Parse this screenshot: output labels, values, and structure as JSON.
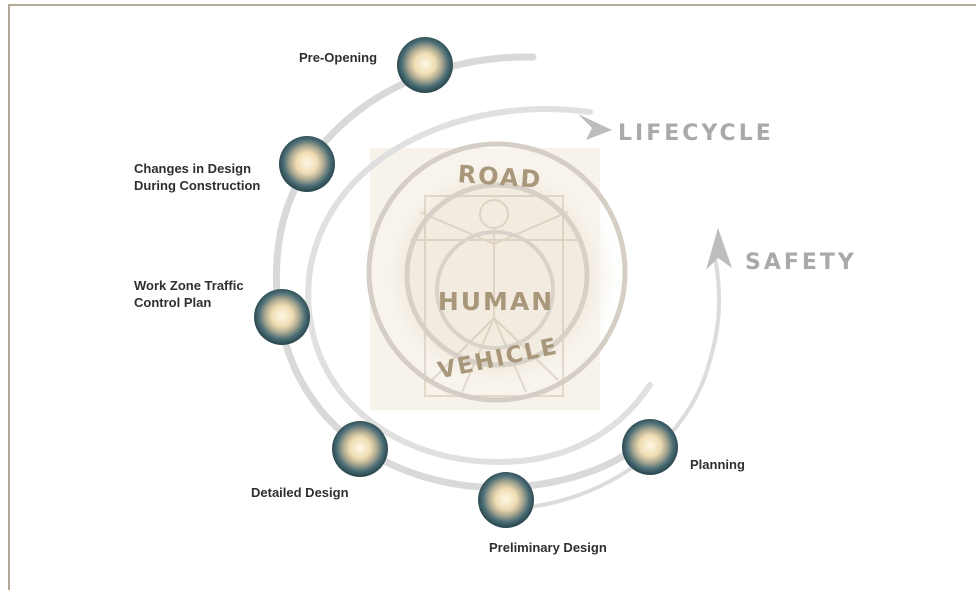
{
  "diagram": {
    "lifecycle_label": "LIFECYCLE",
    "safety_label": "SAFETY",
    "core_labels": {
      "road": "ROAD",
      "human": "HUMAN",
      "vehicle": "VEHICLE"
    },
    "stages": [
      {
        "id": "pre-opening",
        "lines": [
          "Pre-Opening"
        ]
      },
      {
        "id": "changes-in-design",
        "lines": [
          "Changes in Design",
          "During Construction"
        ]
      },
      {
        "id": "work-zone",
        "lines": [
          "Work Zone Traffic",
          "Control Plan"
        ]
      },
      {
        "id": "detailed-design",
        "lines": [
          "Detailed Design"
        ]
      },
      {
        "id": "preliminary-design",
        "lines": [
          "Preliminary Design"
        ]
      },
      {
        "id": "planning",
        "lines": [
          "Planning"
        ]
      }
    ],
    "colors": {
      "frame": "#b2aa97",
      "ring": "#dedede",
      "arrow": "#bdbdbd",
      "headline": "#a9a9a9",
      "core_text": "#a8977a",
      "node_outer": "#3b5e67",
      "node_inner": "#f4e6c6"
    }
  }
}
